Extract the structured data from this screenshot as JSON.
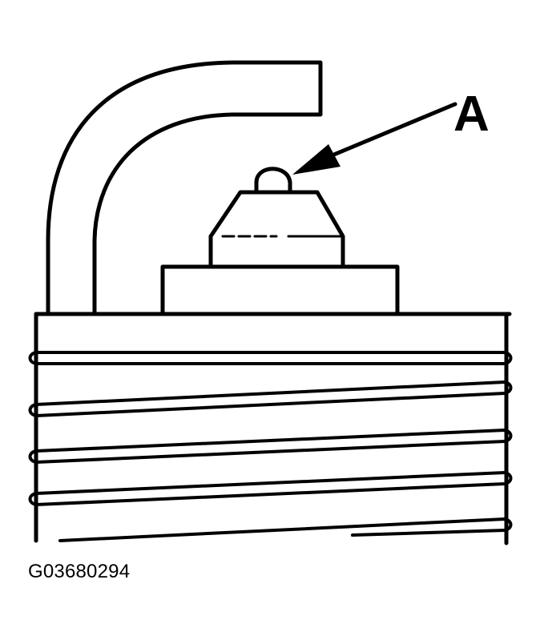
{
  "diagram": {
    "subject": "Spark plug electrode detail",
    "callout": {
      "label": "A",
      "target": "center electrode tip"
    },
    "figure_id": "G03680294",
    "colors": {
      "line": "#000000",
      "background": "#ffffff"
    },
    "parts": [
      {
        "name": "ground-electrode",
        "description": "Bent L-shaped ground electrode"
      },
      {
        "name": "center-electrode-tip",
        "description": "Rounded tip of center electrode (A)"
      },
      {
        "name": "insulator-nose",
        "description": "Trapezoidal insulator tip"
      },
      {
        "name": "insulator-base",
        "description": "Rectangular insulator step"
      },
      {
        "name": "threaded-shell",
        "description": "Threaded metal shell body"
      }
    ]
  }
}
